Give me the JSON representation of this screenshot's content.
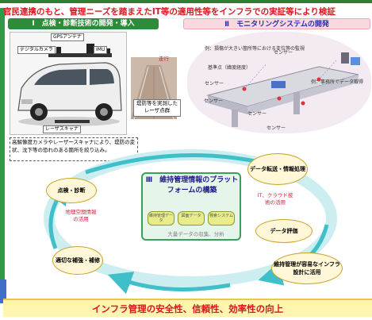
{
  "headline": "官民連携のもと、管理ニーズを踏まえたIT等の適用性等をインフラでの実証等により検証",
  "section1": {
    "title": "Ⅰ　点検・診断技術の開発・導入",
    "labels": {
      "gps": "GPSアンテナ",
      "camera": "デジタルカメラ",
      "imu": "IMU",
      "laser": "レーザスキャナ",
      "travel": "走行",
      "laser_caption": "堤防等を実測したレーザ点群"
    },
    "lead_text": "高解像度カメラやレーザースキャナにより、堤防の変状、沈下等の恐れのある箇所を絞り込み。"
  },
  "section2": {
    "title": "Ⅱ　モニタリングシステムの開発",
    "notes": {
      "example": "例：損傷が大きい箇所等における変位等の監視",
      "base_point": "基準点（緯度経度）",
      "office": "例：事務所でデータ取得",
      "sensor": "センサー"
    }
  },
  "cycle": {
    "inspection": "点検・診断",
    "data_transfer": "データ転送・情報処理",
    "data_eval": "データ評価",
    "maintenance": "適切な補強・補修",
    "easy_design": "維持管理が容易なインフラ設計に活用",
    "geo_info": "地理空間情報の活用",
    "it_cloud": "IT、クラウド技術の活用"
  },
  "platform": {
    "title": "Ⅲ　維持管理情報のプラットフォームの構築",
    "db1": "維持管理データ",
    "db2": "図面データ",
    "db3": "検索システム",
    "subtitle": "大量データの収集、分析"
  },
  "conclusion": "インフラ管理の安全性、信頼性、効率性の向上",
  "colors": {
    "headline_red": "#d6181f",
    "section1_green": "#2e8b3a",
    "section2_pink": "#f7d9df",
    "cycle_teal": "#3fbfc9",
    "bubble_yellow": "#fff7d8",
    "conclusion_yellow": "#fff4b0"
  }
}
